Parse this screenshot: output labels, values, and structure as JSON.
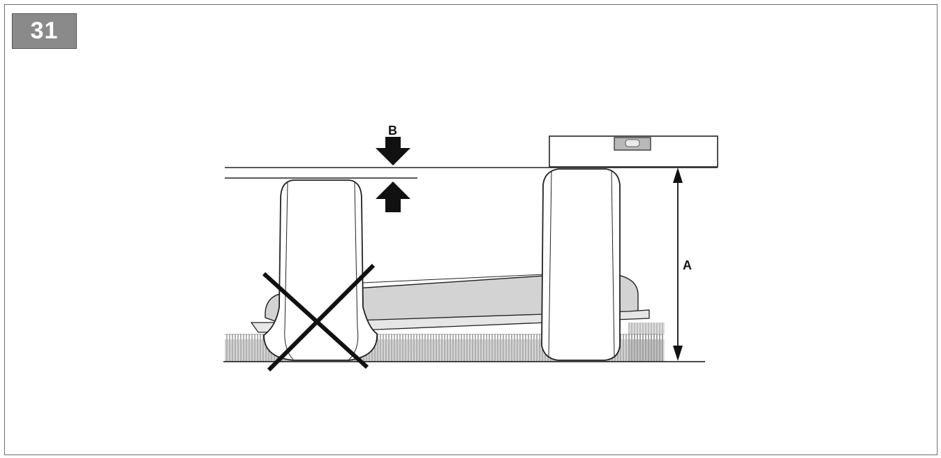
{
  "figure": {
    "step_number": "31",
    "label_a": "A",
    "label_b": "B"
  },
  "icons": {
    "wrong_mark": "x-mark-icon",
    "level": "spirit-level-icon",
    "arrows": [
      "arrow-down-icon",
      "arrow-up-icon"
    ]
  }
}
